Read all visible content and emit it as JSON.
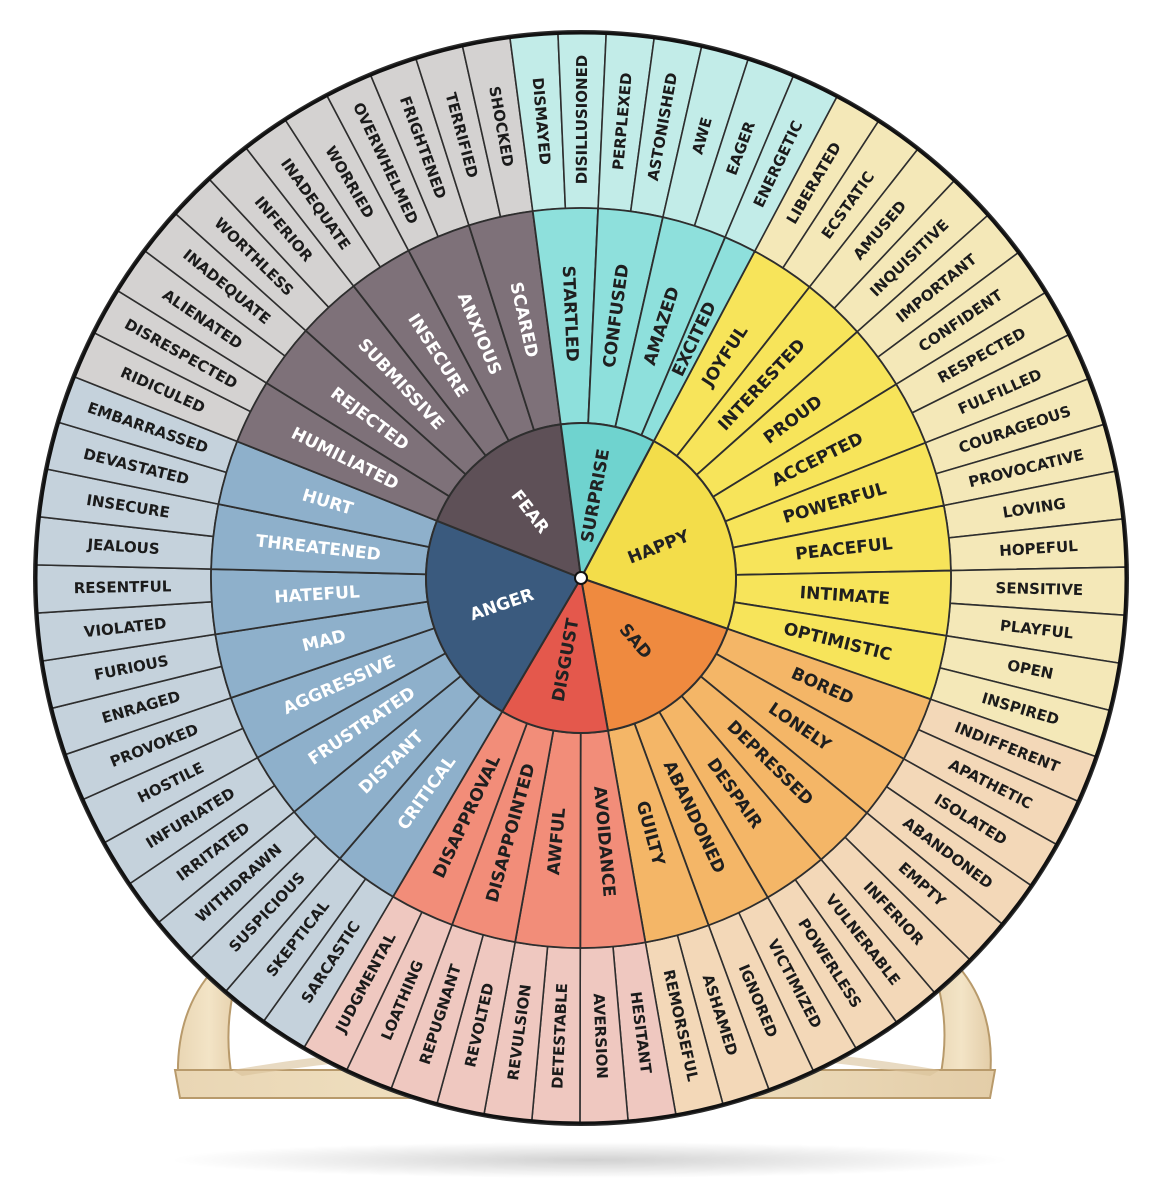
{
  "wheel": {
    "core": [
      {
        "label": "HAPPY",
        "color": "#f3dd4a",
        "text_dark": true,
        "mid": [
          {
            "label": "JOYFUL",
            "outer": [
              "LIBERATED",
              "ECSTATIC"
            ]
          },
          {
            "label": "INTERESTED",
            "outer": [
              "AMUSED",
              "INQUISITIVE"
            ]
          },
          {
            "label": "PROUD",
            "outer": [
              "IMPORTANT",
              "CONFIDENT"
            ]
          },
          {
            "label": "ACCEPTED",
            "outer": [
              "RESPECTED",
              "FULFILLED"
            ]
          },
          {
            "label": "POWERFUL",
            "outer": [
              "COURAGEOUS",
              "PROVOCATIVE"
            ]
          },
          {
            "label": "PEACEFUL",
            "outer": [
              "LOVING",
              "HOPEFUL"
            ]
          },
          {
            "label": "INTIMATE",
            "outer": [
              "SENSITIVE",
              "PLAYFUL"
            ]
          },
          {
            "label": "OPTIMISTIC",
            "outer": [
              "OPEN",
              "INSPIRED"
            ]
          }
        ]
      },
      {
        "label": "SAD",
        "color": "#ef8a3f",
        "text_dark": true,
        "mid": [
          {
            "label": "BORED",
            "outer": [
              "INDIFFERENT",
              "APATHETIC"
            ]
          },
          {
            "label": "LONELY",
            "outer": [
              "ISOLATED",
              "ABANDONED"
            ]
          },
          {
            "label": "DEPRESSED",
            "outer": [
              "EMPTY",
              "INFERIOR"
            ]
          },
          {
            "label": "DESPAIR",
            "outer": [
              "VULNERABLE",
              "POWERLESS"
            ]
          },
          {
            "label": "ABANDONED",
            "outer": [
              "VICTIMIZED",
              "IGNORED"
            ]
          },
          {
            "label": "GUILTY",
            "outer": [
              "ASHAMED",
              "REMORSEFUL"
            ]
          }
        ]
      },
      {
        "label": "DISGUST",
        "color": "#e4584c",
        "text_dark": true,
        "mid": [
          {
            "label": "AVOIDANCE",
            "outer": [
              "HESITANT",
              "AVERSION"
            ]
          },
          {
            "label": "AWFUL",
            "outer": [
              "DETESTABLE",
              "REVULSION"
            ]
          },
          {
            "label": "DISAPPOINTED",
            "outer": [
              "REVOLTED",
              "REPUGNANT"
            ]
          },
          {
            "label": "DISAPPROVAL",
            "outer": [
              "LOATHING",
              "JUDGMENTAL"
            ]
          }
        ]
      },
      {
        "label": "ANGER",
        "color": "#3a5a7e",
        "text_dark": false,
        "mid": [
          {
            "label": "CRITICAL",
            "outer": [
              "SARCASTIC",
              "SKEPTICAL"
            ]
          },
          {
            "label": "DISTANT",
            "outer": [
              "SUSPICIOUS",
              "WITHDRAWN"
            ]
          },
          {
            "label": "FRUSTRATED",
            "outer": [
              "IRRITATED",
              "INFURIATED"
            ]
          },
          {
            "label": "AGGRESSIVE",
            "outer": [
              "HOSTILE",
              "PROVOKED"
            ]
          },
          {
            "label": "MAD",
            "outer": [
              "ENRAGED",
              "FURIOUS"
            ]
          },
          {
            "label": "HATEFUL",
            "outer": [
              "VIOLATED",
              "RESENTFUL"
            ]
          },
          {
            "label": "THREATENED",
            "outer": [
              "JEALOUS",
              "INSECURE"
            ]
          },
          {
            "label": "HURT",
            "outer": [
              "DEVASTATED",
              "EMBARRASSED"
            ]
          }
        ]
      },
      {
        "label": "FEAR",
        "color": "#5e5057",
        "text_dark": false,
        "mid": [
          {
            "label": "HUMILIATED",
            "outer": [
              "RIDICULED",
              "DISRESPECTED"
            ]
          },
          {
            "label": "REJECTED",
            "outer": [
              "ALIENATED",
              "INADEQUATE"
            ]
          },
          {
            "label": "SUBMISSIVE",
            "outer": [
              "WORTHLESS",
              "INFERIOR"
            ]
          },
          {
            "label": "INSECURE",
            "outer": [
              "INADEQUATE",
              "WORRIED"
            ]
          },
          {
            "label": "ANXIOUS",
            "outer": [
              "OVERWHELMED",
              "FRIGHTENED"
            ]
          },
          {
            "label": "SCARED",
            "outer": [
              "TERRIFIED",
              "SHOCKED"
            ]
          }
        ]
      },
      {
        "label": "SURPRISE",
        "color": "#6fd3cf",
        "text_dark": true,
        "mid": [
          {
            "label": "STARTLED",
            "outer": [
              "DISMAYED",
              "DISILLUSIONED"
            ]
          },
          {
            "label": "CONFUSED",
            "outer": [
              "PERPLEXED",
              "ASTONISHED"
            ]
          },
          {
            "label": "AMAZED",
            "outer": [
              "AWE",
              "EAGER"
            ]
          },
          {
            "label": "EXCITED",
            "outer": [
              "ENERGETIC"
            ]
          }
        ]
      }
    ],
    "ring_colors": {
      "HAPPY": {
        "mid": "#f7e45a",
        "outer": "#f4e8b8"
      },
      "SAD": {
        "mid": "#f4b667",
        "outer": "#f3d8b8"
      },
      "DISGUST": {
        "mid": "#f28d79",
        "outer": "#efc8c0"
      },
      "ANGER": {
        "mid": "#8eb0cb",
        "outer": "#c5d2dc"
      },
      "FEAR": {
        "mid": "#7e7179",
        "outer": "#d4d2d1"
      },
      "SURPRISE": {
        "mid": "#8ee0dc",
        "outer": "#c2ece8"
      }
    }
  }
}
